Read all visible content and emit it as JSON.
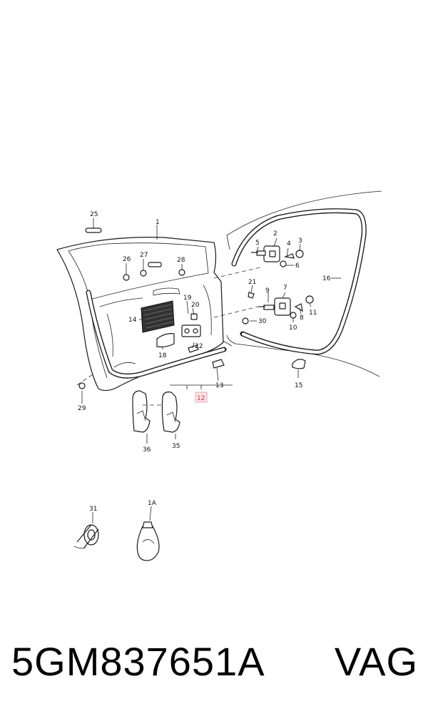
{
  "diagram": {
    "callouts": [
      {
        "id": "c1",
        "text": "1"
      },
      {
        "id": "c1A",
        "text": "1A"
      },
      {
        "id": "c2",
        "text": "2"
      },
      {
        "id": "c3",
        "text": "3"
      },
      {
        "id": "c4",
        "text": "4"
      },
      {
        "id": "c5",
        "text": "5"
      },
      {
        "id": "c6",
        "text": "6"
      },
      {
        "id": "c7",
        "text": "7"
      },
      {
        "id": "c8",
        "text": "8"
      },
      {
        "id": "c9",
        "text": "9"
      },
      {
        "id": "c10",
        "text": "10"
      },
      {
        "id": "c11",
        "text": "11"
      },
      {
        "id": "c12",
        "text": "12"
      },
      {
        "id": "c13",
        "text": "13"
      },
      {
        "id": "c14",
        "text": "14"
      },
      {
        "id": "c15",
        "text": "15"
      },
      {
        "id": "c16",
        "text": "16"
      },
      {
        "id": "c18",
        "text": "18"
      },
      {
        "id": "c19",
        "text": "19"
      },
      {
        "id": "c20",
        "text": "20"
      },
      {
        "id": "c21",
        "text": "21"
      },
      {
        "id": "c22",
        "text": "22"
      },
      {
        "id": "c25",
        "text": "25"
      },
      {
        "id": "c26",
        "text": "26"
      },
      {
        "id": "c27",
        "text": "27"
      },
      {
        "id": "c28",
        "text": "28"
      },
      {
        "id": "c29",
        "text": "29"
      },
      {
        "id": "c30",
        "text": "30"
      },
      {
        "id": "c31",
        "text": "31"
      },
      {
        "id": "c35",
        "text": "35"
      },
      {
        "id": "c36",
        "text": "36"
      }
    ],
    "highlighted_callout": "12"
  },
  "footer": {
    "part_number": "5GM837651A",
    "brand": "VAG"
  }
}
